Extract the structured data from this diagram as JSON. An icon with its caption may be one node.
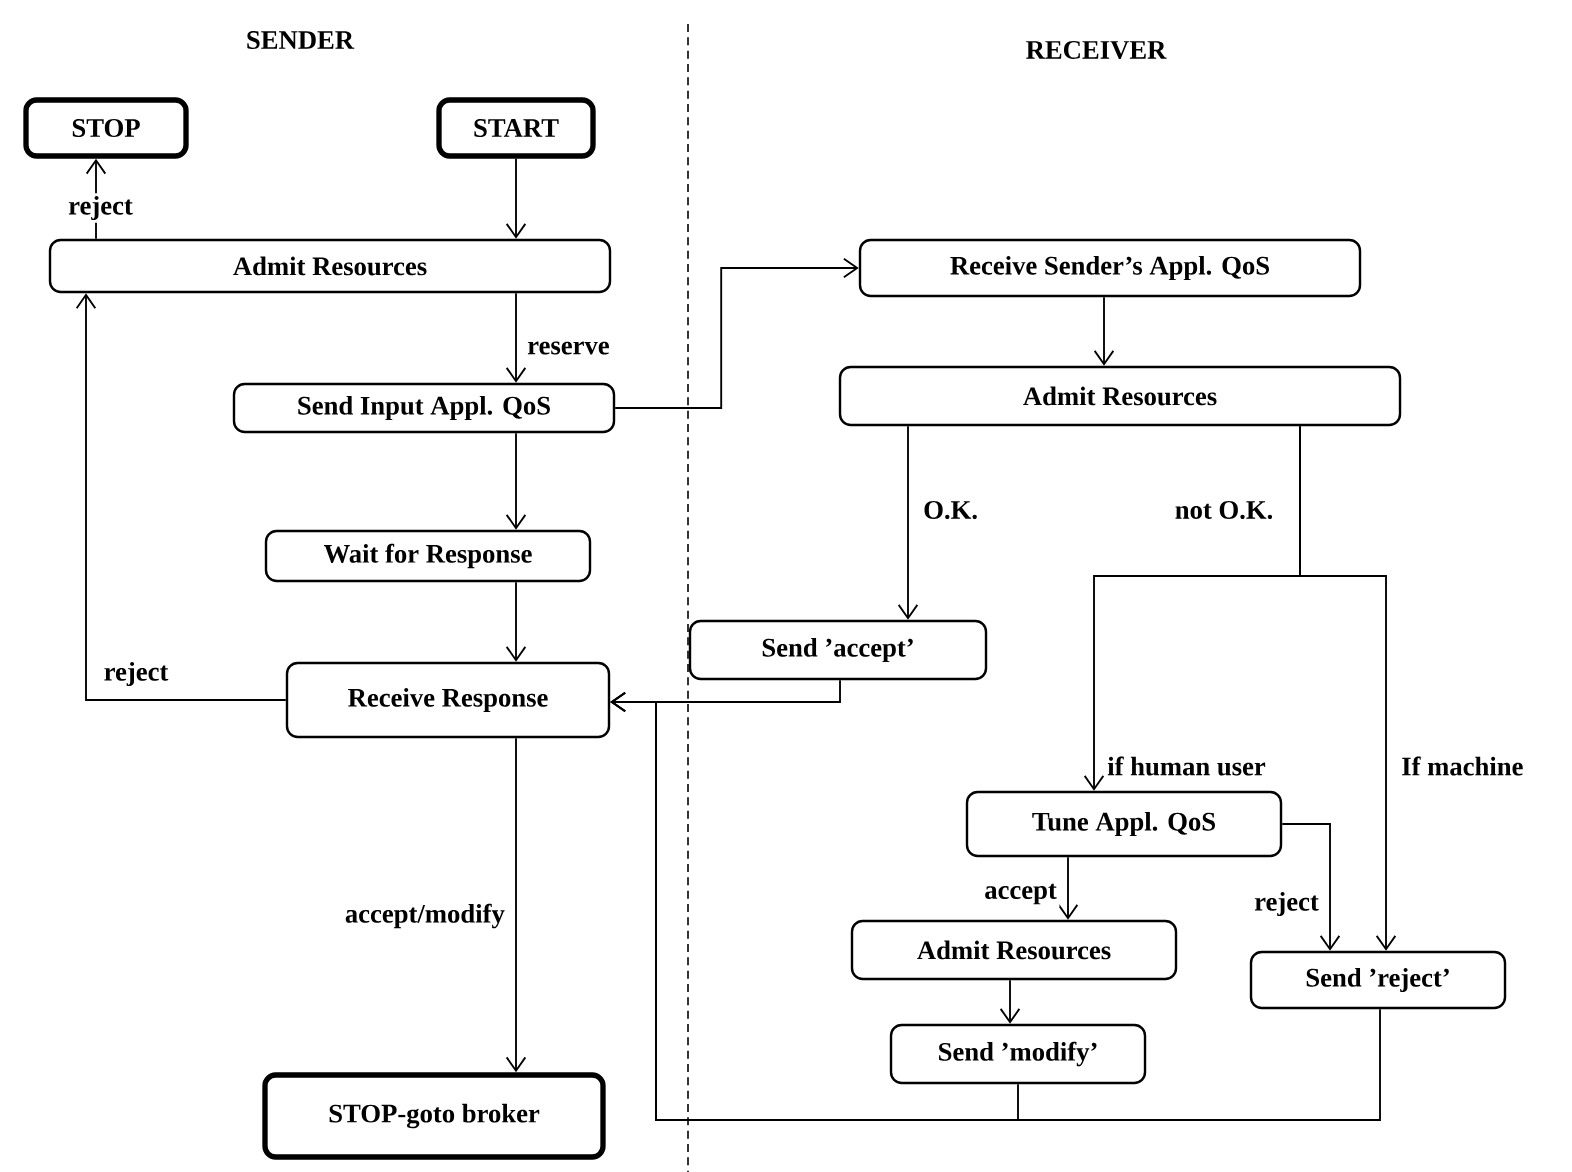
{
  "diagram": {
    "nodes": [
      {
        "text": [
          "STOP"
        ]
      },
      {
        "text": [
          "START"
        ]
      },
      {
        "text": [
          "Admit Resources"
        ]
      },
      {
        "text": [
          "Send Input Appl. QoS"
        ]
      },
      {
        "text": [
          "Wait for Response"
        ]
      },
      {
        "text": [
          "Receive Response"
        ]
      },
      {
        "text": [
          "STOP-goto broker"
        ]
      },
      {
        "text": [
          "Receive Sender’s Appl. QoS"
        ]
      },
      {
        "text": [
          "Admit Resources"
        ]
      },
      {
        "text": [
          "Send ’accept’"
        ]
      },
      {
        "text": [
          "Tune Appl. QoS"
        ]
      },
      {
        "text": [
          "Admit Resources"
        ]
      },
      {
        "text": [
          "Send ’modify’"
        ]
      },
      {
        "text": [
          "Send ’reject’"
        ]
      }
    ],
    "edges": [
      {
        "from": 1,
        "to": 2,
        "arrow": "to"
      },
      {
        "from": 2,
        "to": 0,
        "arrow": "to",
        "label": "reject"
      },
      {
        "from": 2,
        "to": 3,
        "arrow": "to",
        "label": "reserve"
      },
      {
        "from": 3,
        "to": 7,
        "arrow": "to"
      },
      {
        "from": 3,
        "to": 4,
        "arrow": "to"
      },
      {
        "from": 4,
        "to": 5,
        "arrow": "to"
      },
      {
        "from": 5,
        "to": 2,
        "arrow": "to",
        "label": "reject"
      },
      {
        "from": 5,
        "to": 6,
        "arrow": "to",
        "label": "accept/modify"
      },
      {
        "from": 7,
        "to": 8,
        "arrow": "to"
      },
      {
        "from": 8,
        "to": 9,
        "arrow": "to",
        "label": "O.K."
      },
      {
        "from": 8,
        "to": 10,
        "arrow": "to",
        "label": "if human user"
      },
      {
        "from": 8,
        "to": 13,
        "arrow": "to",
        "label": "If machine"
      },
      {
        "from": 10,
        "to": 11,
        "arrow": "to",
        "label": "accept"
      },
      {
        "from": 10,
        "to": 13,
        "arrow": "to",
        "label": "reject"
      },
      {
        "from": 11,
        "to": 12,
        "arrow": "to"
      },
      {
        "from": 9,
        "to": 5,
        "arrow": "to"
      },
      {
        "from": 12,
        "to": 5,
        "arrow": "to"
      },
      {
        "from": 13,
        "to": 5,
        "arrow": "to"
      }
    ],
    "labels": [
      "SENDER",
      "RECEIVER",
      "not O.K."
    ]
  }
}
